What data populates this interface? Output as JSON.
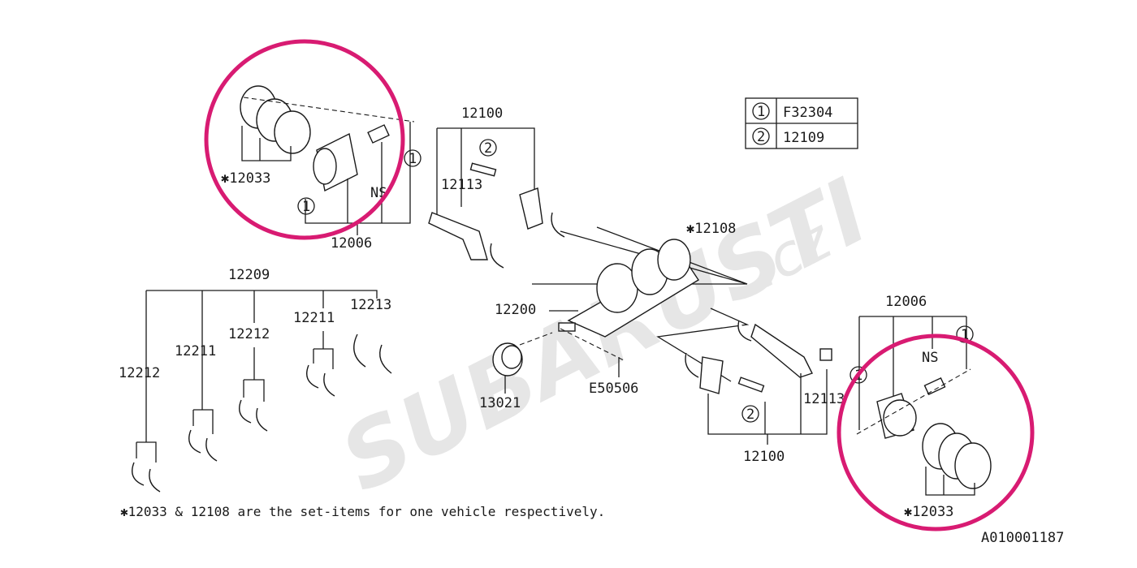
{
  "watermark": {
    "main": "SUBARUSTI",
    "suffix": ".cz"
  },
  "legend": [
    {
      "key": "1",
      "part": "F32304"
    },
    {
      "key": "2",
      "part": "12109"
    }
  ],
  "labels": {
    "rods_top": "12100",
    "bolt_top_key": "2",
    "nut_top": "12113",
    "bearing_set": "✱12108",
    "rings_left": "✱12033",
    "clip_left_key_a": "1",
    "clip_left_key_b": "1",
    "pin_left": "NS",
    "piston_left": "12006",
    "main_bearing_group": "12209",
    "bearing_a": "12212",
    "bearing_b": "12211",
    "bearing_c": "12212",
    "bearing_d": "12211",
    "bearing_e": "12213",
    "crankshaft": "12200",
    "sprocket": "13021",
    "key": "E50506",
    "nut_right": "12113",
    "piston_right": "12006",
    "pin_right": "NS",
    "clip_right_key_a": "1",
    "clip_right_key_b": "1",
    "bolt_right_key": "2",
    "rods_right": "12100",
    "rings_right": "✱12033"
  },
  "note": "✱12033 & 12108 are the set-items for one vehicle respectively.",
  "diagram_id": "A010001187",
  "highlight_color": "#d81b72"
}
